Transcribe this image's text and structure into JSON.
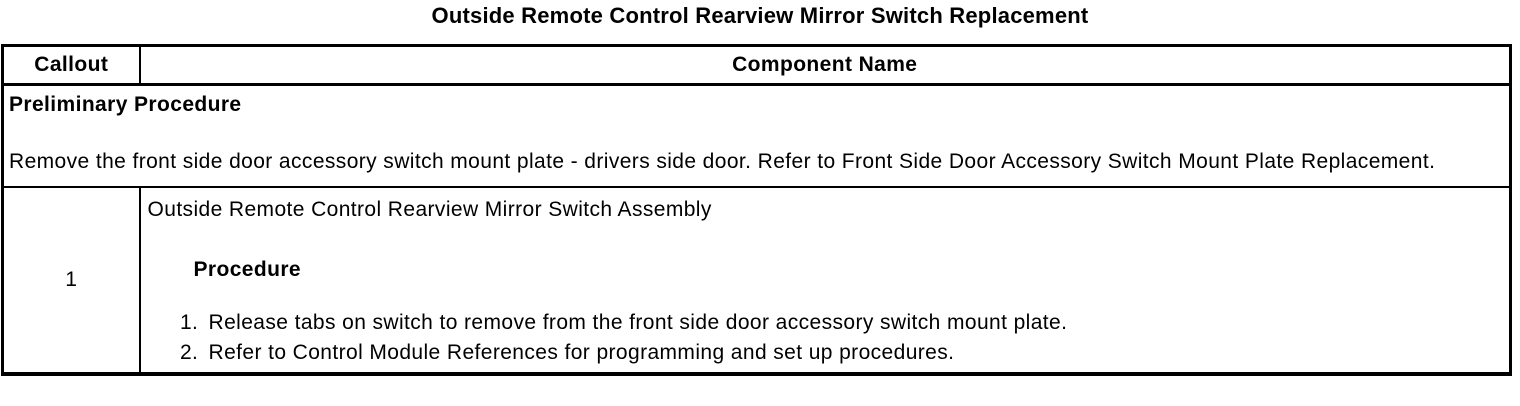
{
  "title": "Outside Remote Control Rearview Mirror Switch Replacement",
  "colors": {
    "text": "#000000",
    "background": "#ffffff",
    "border": "#000000"
  },
  "table": {
    "header": {
      "callout": "Callout",
      "component_name": "Component Name"
    },
    "preliminary": {
      "heading": "Preliminary Procedure",
      "instruction": "Remove the front side door accessory switch mount plate - drivers side door. Refer to Front Side Door Accessory Switch Mount Plate Replacement."
    },
    "rows": [
      {
        "callout": "1",
        "component": "Outside Remote Control Rearview Mirror Switch Assembly",
        "procedure_heading": "Procedure",
        "steps": [
          "Release tabs on switch to remove from the front side door accessory switch mount plate.",
          "Refer to Control Module References for programming and set up procedures."
        ]
      }
    ]
  }
}
